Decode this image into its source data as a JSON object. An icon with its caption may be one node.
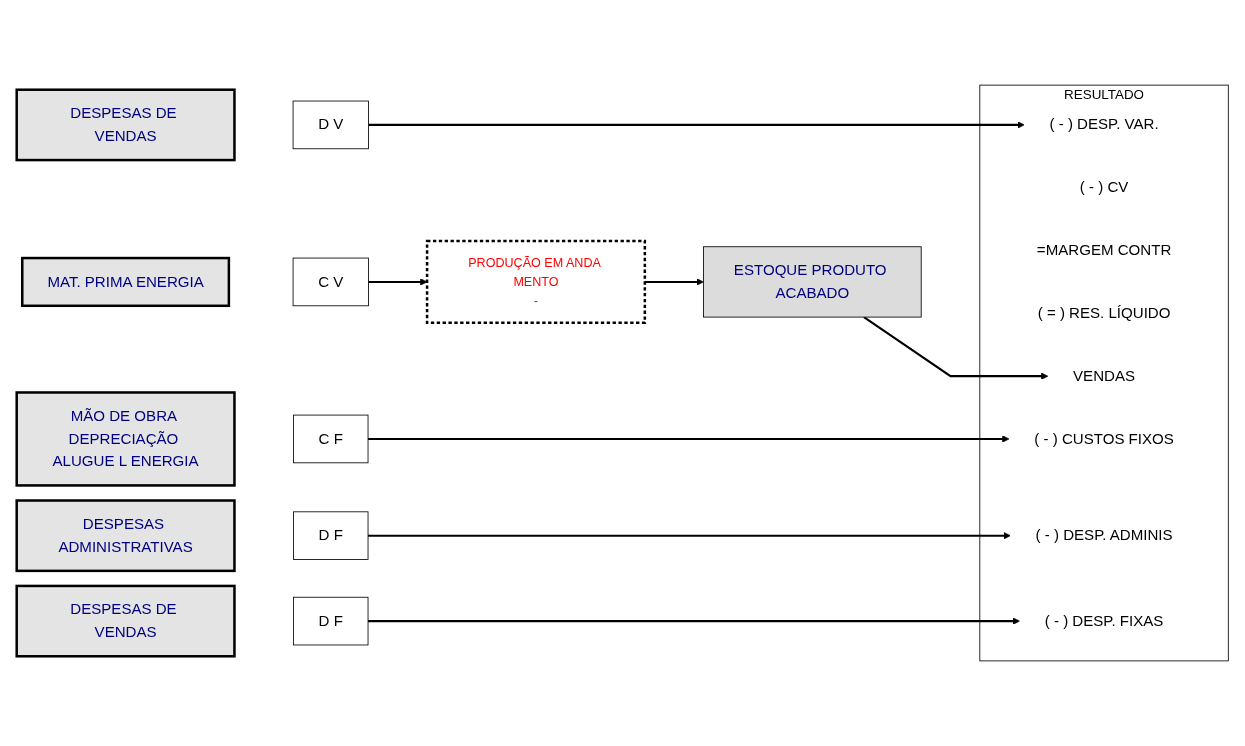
{
  "diagram": {
    "nodes": [
      {
        "text": [
          "MAT. PRIMA ENERGIA"
        ]
      },
      {
        "text": [
          "C V"
        ]
      },
      {
        "text": [
          "PRODUÇÃO EM ANDA MENTO",
          "-"
        ]
      },
      {
        "text": [
          "ESTOQUE PRODUTO ACABADO"
        ]
      },
      {
        "text": [
          "MÃO DE OBRA DEPRECIAÇÃO ALUGUE L ENERGIA"
        ]
      },
      {
        "text": [
          "C F"
        ]
      },
      {
        "text": [
          "DESPESAS ADMINISTRATIVAS"
        ]
      },
      {
        "text": [
          "D F"
        ]
      },
      {
        "text": [
          "DESPESAS DE VENDAS"
        ]
      },
      {
        "text": [
          "D V"
        ]
      },
      {
        "text": [
          "DESPESAS DE VENDAS"
        ]
      },
      {
        "text": [
          "D F"
        ]
      },
      {
        "text": [
          "RESULTADO"
        ]
      },
      {
        "text": [
          "VENDAS"
        ],
        "in": 12
      },
      {
        "text": [
          "( - ) CV"
        ],
        "in": 12
      },
      {
        "text": [
          "( - ) DESP. VAR."
        ],
        "in": 12
      },
      {
        "text": [
          "=MARGEM CONTR"
        ],
        "in": 12
      },
      {
        "text": [
          "( - ) CUSTOS FIXOS"
        ],
        "in": 12
      },
      {
        "text": [
          "( - ) DESP. ADMINIS"
        ],
        "in": 12
      },
      {
        "text": [
          "( - ) DESP. FIXAS"
        ],
        "in": 12
      },
      {
        "text": [
          "( = ) RES. LÍQUIDO"
        ],
        "in": 12
      }
    ],
    "edges": [
      {
        "from": 1,
        "to": 2,
        "arrow": "to"
      },
      {
        "from": 2,
        "to": 3,
        "arrow": "to"
      },
      {
        "from": 3,
        "to": 13,
        "arrow": "to"
      },
      {
        "from": 5,
        "to": 17,
        "arrow": "to"
      },
      {
        "from": 7,
        "to": 18,
        "arrow": "to"
      },
      {
        "from": 9,
        "to": 15,
        "arrow": "to"
      },
      {
        "from": 11,
        "to": 19,
        "arrow": "to"
      }
    ]
  }
}
